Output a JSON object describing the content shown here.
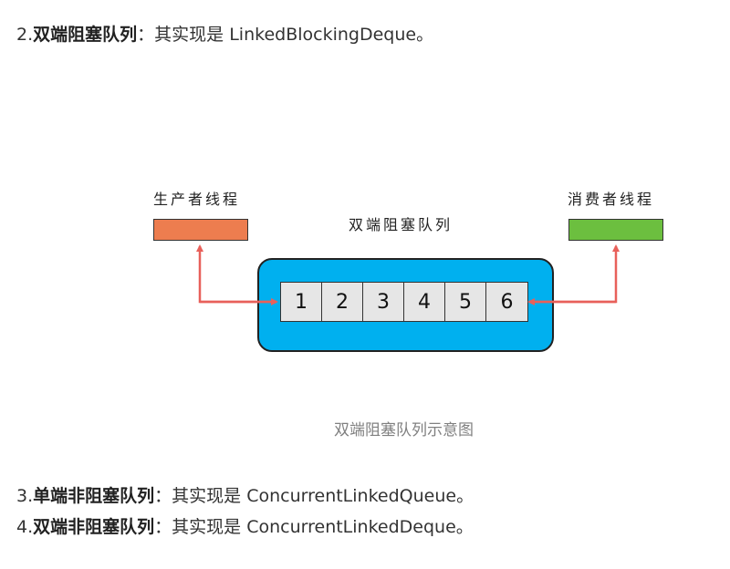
{
  "items": [
    {
      "number": "2.",
      "title": "双端阻塞队列",
      "separator": "：",
      "text": "其实现是 LinkedBlockingDeque。"
    },
    {
      "number": "3.",
      "title": "单端非阻塞队列",
      "separator": "：",
      "text": "其实现是 ConcurrentLinkedQueue。"
    },
    {
      "number": "4.",
      "title": "双端非阻塞队列",
      "separator": "：",
      "text": "其实现是 ConcurrentLinkedDeque。"
    }
  ],
  "figure": {
    "producer_label": "生产者线程",
    "consumer_label": "消费者线程",
    "deque_label": "双端阻塞队列",
    "cells": [
      "1",
      "2",
      "3",
      "4",
      "5",
      "6"
    ],
    "caption": "双端阻塞队列示意图",
    "colors": {
      "producer": "#ed7d4f",
      "consumer": "#6cbf3f",
      "deque": "#00b0ef",
      "arrow": "#e8605a"
    }
  }
}
